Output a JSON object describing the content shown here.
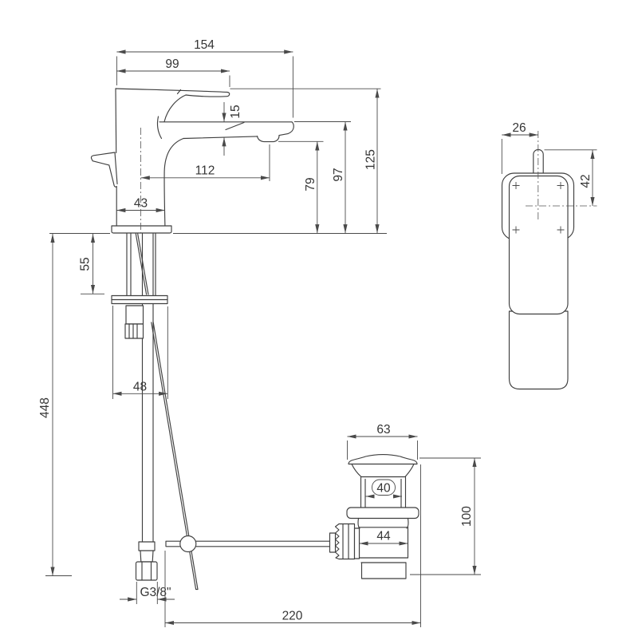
{
  "mixer_side_view": {
    "overall_length": "154",
    "handle_projection": "99",
    "spout_tip_thickness": "15",
    "spout_reach": "112",
    "body_depth": "43",
    "outlet_height": "79",
    "spout_height": "97",
    "overall_height": "125",
    "deck_clearance": "55",
    "hose_drop": "448",
    "underdeck_width": "48",
    "hose_thread": "G3/8\"",
    "rod_reach": "220"
  },
  "mixer_top_view": {
    "handle_side_offset": "26",
    "lever_tip_offset": "42"
  },
  "popup_waste_view": {
    "cap_diameter": "63",
    "thread_diameter": "40",
    "body_diameter": "44",
    "overall_height": "100"
  }
}
